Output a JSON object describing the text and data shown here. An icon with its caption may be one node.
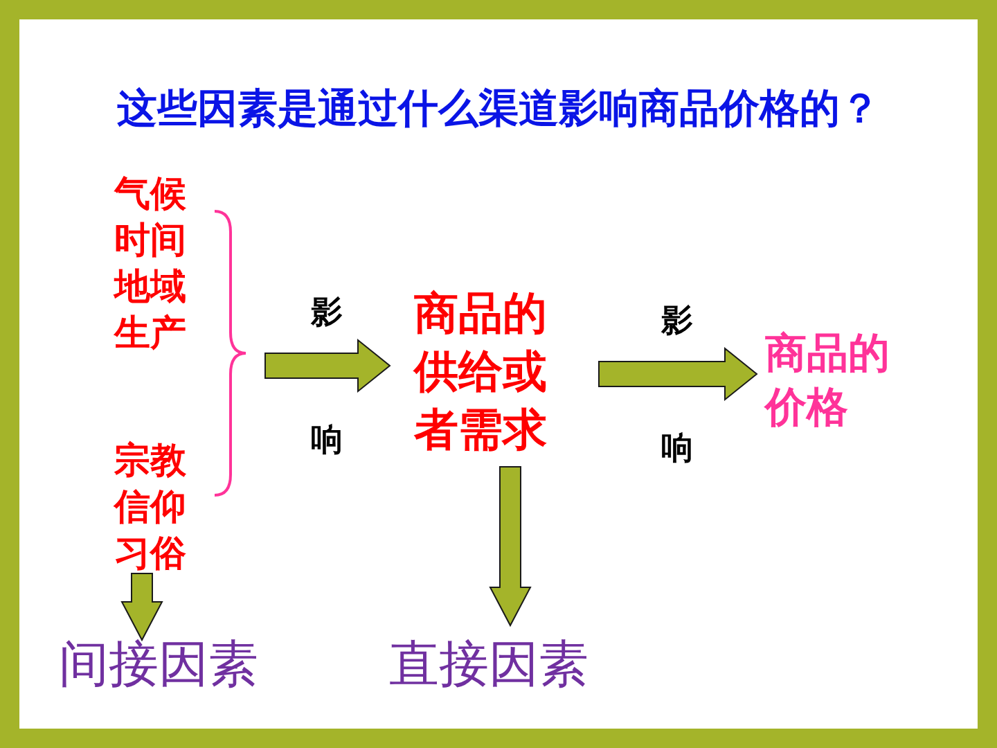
{
  "diagram": {
    "title": "这些因素是通过什么渠道影响商品价格的？",
    "nodes": [
      {
        "text": [
          "气候时间地域生产",
          "宗教信仰习俗"
        ]
      },
      {
        "text": [
          "商品的供给或者需求"
        ]
      },
      {
        "text": [
          "商品的价格"
        ]
      },
      {
        "text": [
          "间接因素"
        ]
      },
      {
        "text": [
          "直接因素"
        ]
      }
    ],
    "edges": [
      {
        "from": 0,
        "to": 1,
        "arrow": "to",
        "label": "影响"
      },
      {
        "from": 1,
        "to": 2,
        "arrow": "to",
        "label": "影响"
      },
      {
        "from": 0,
        "to": 3,
        "arrow": "to"
      },
      {
        "from": 1,
        "to": 4,
        "arrow": "to"
      }
    ]
  }
}
